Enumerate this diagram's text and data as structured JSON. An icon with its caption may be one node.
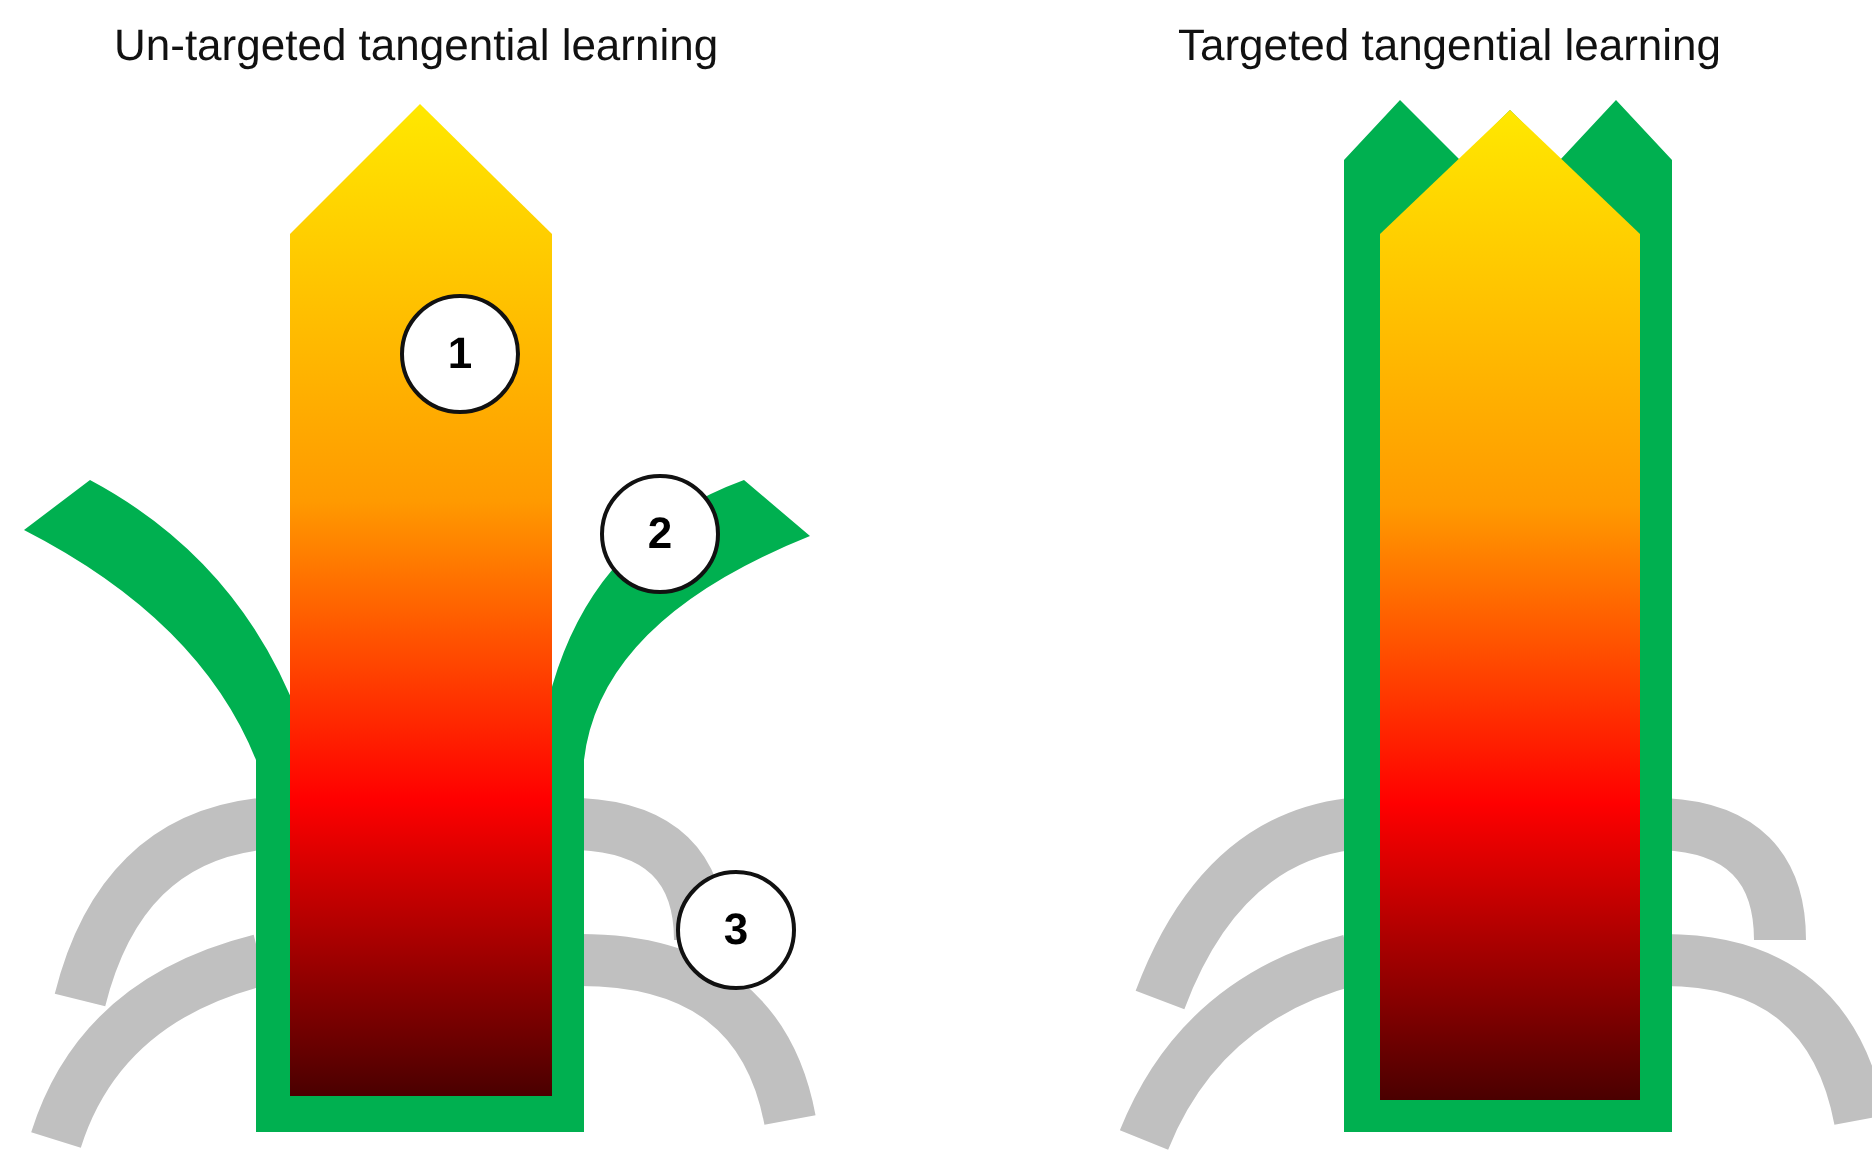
{
  "diagram": {
    "nodes": [
      {
        "text": [
          "1"
        ]
      },
      {
        "text": [
          "2"
        ]
      },
      {
        "text": [
          "3"
        ]
      }
    ],
    "edges": [],
    "labels": [
      "Un-targeted tangential learning",
      "Targeted tangential learning"
    ]
  }
}
